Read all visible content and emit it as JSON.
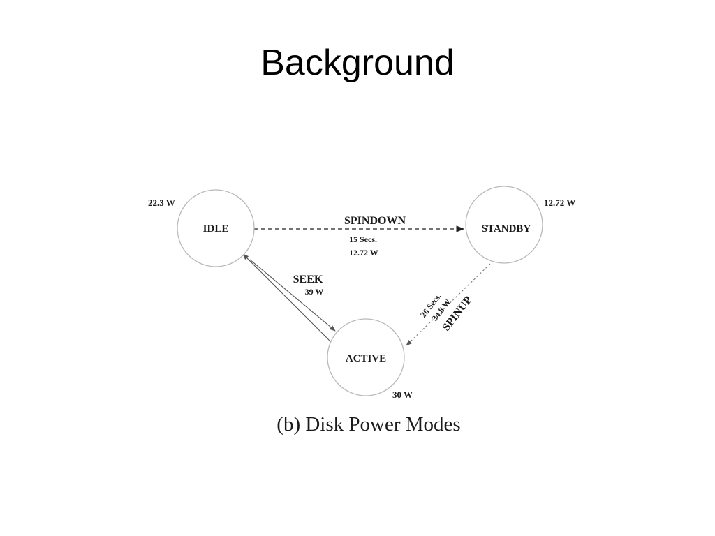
{
  "slide": {
    "title": "Background"
  },
  "diagram": {
    "caption": "(b) Disk Power Modes",
    "nodes": {
      "idle": {
        "label": "IDLE",
        "power": "22.3 W"
      },
      "standby": {
        "label": "STANDBY",
        "power": "12.72 W"
      },
      "active": {
        "label": "ACTIVE",
        "power": "30 W"
      }
    },
    "edges": {
      "spindown": {
        "label": "SPINDOWN",
        "time": "15 Secs.",
        "power": "12.72 W"
      },
      "seek": {
        "label": "SEEK",
        "power": "39 W"
      },
      "spinup": {
        "label": "SPINUP",
        "time": "26 Secs.",
        "power": "34.8 W"
      }
    }
  }
}
